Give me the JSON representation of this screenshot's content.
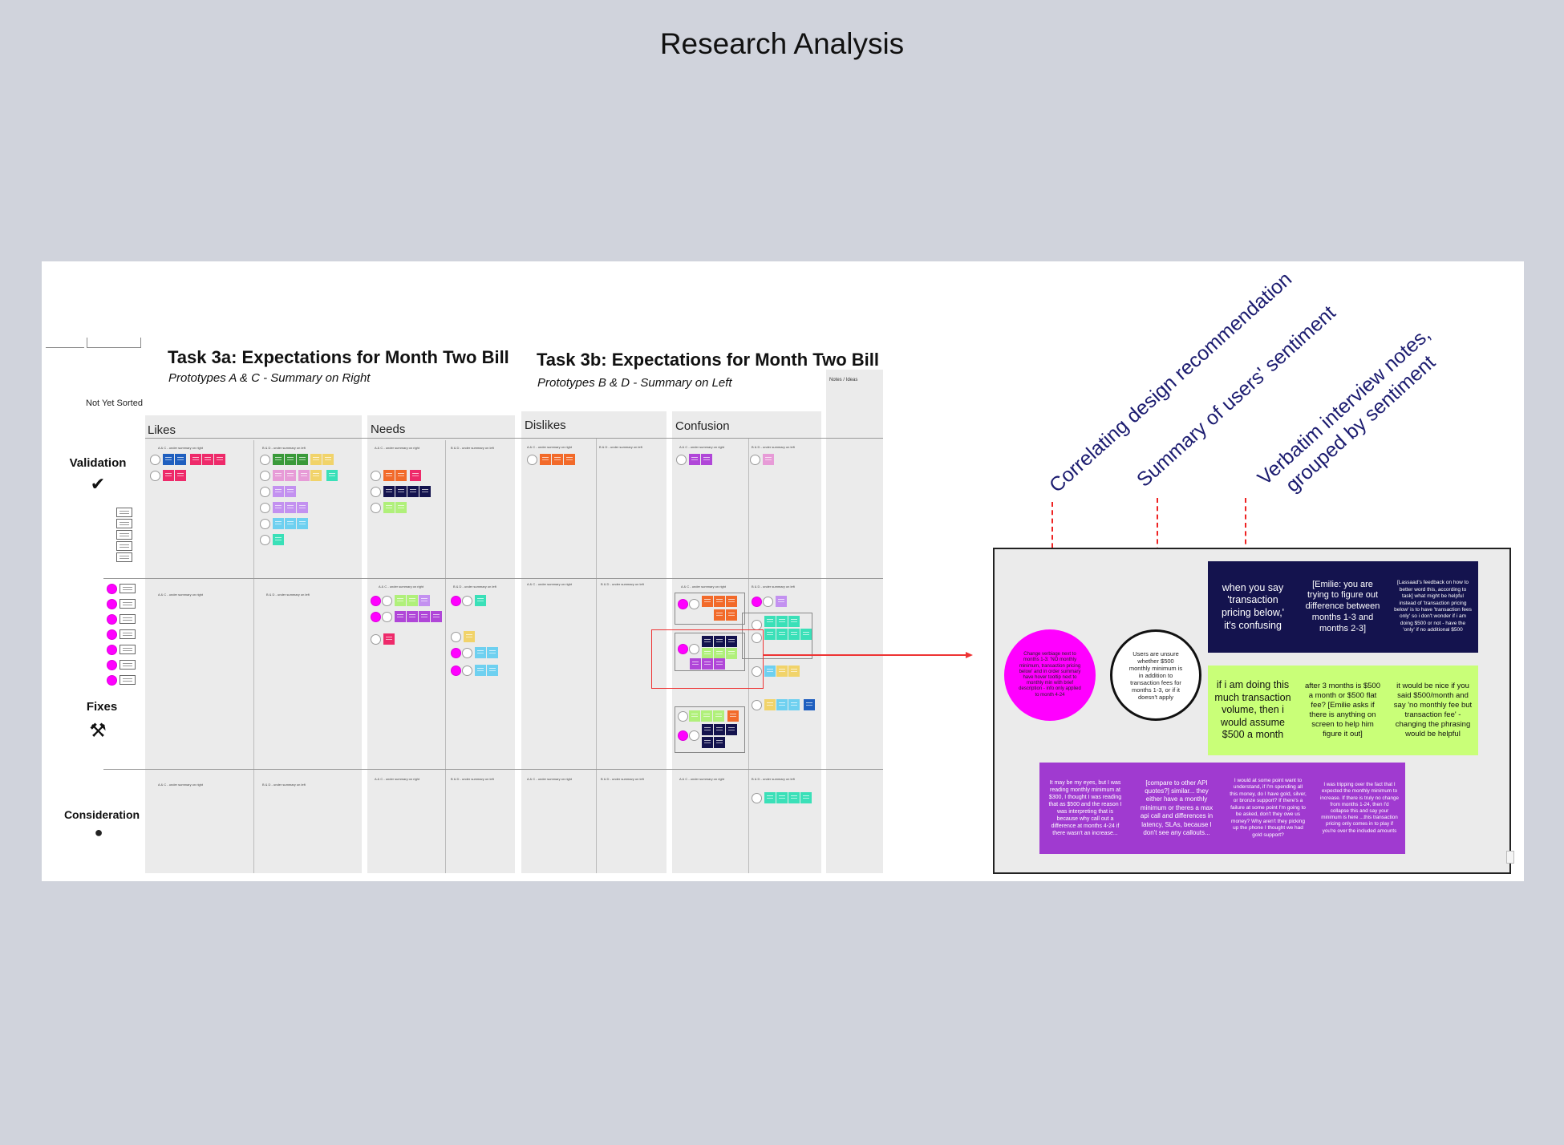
{
  "page": {
    "title": "Research Analysis"
  },
  "board": {
    "task_a": {
      "title": "Task 3a: Expectations for Month Two Bill",
      "subtitle": "Prototypes A & C - Summary on Right"
    },
    "task_b": {
      "title": "Task 3b: Expectations for Month Two Bill",
      "subtitle": "Prototypes B & D - Summary on Left"
    },
    "not_sorted": "Not Yet Sorted",
    "notes_label": "Notes / Ideas",
    "columns": [
      "Likes",
      "Needs",
      "Dislikes",
      "Confusion"
    ],
    "rows": [
      {
        "label": "Validation",
        "icon": "✔",
        "icon_name": "checkmark-icon"
      },
      {
        "label": "Fixes",
        "icon": "⚒",
        "icon_name": "tools-icon"
      },
      {
        "label": "Consideration",
        "icon": "●",
        "icon_name": "brain-icon"
      }
    ],
    "subheader_a": "A & C - under summary on right",
    "subheader_b": "B & D - under summary on left"
  },
  "callouts": [
    {
      "lines": [
        "Correlating design recommendation"
      ]
    },
    {
      "lines": [
        "Summary of users' sentiment"
      ]
    },
    {
      "lines": [
        "Verbatim interview notes,",
        "grouped by sentiment"
      ]
    }
  ],
  "zoom": {
    "recommendation": "Change verbiage next to months 1-3: 'NO monthly minimum, transaction pricing below' and in order summary have hover tooltip next to monthly min with brief description - info only applied to month 4-24",
    "sentiment": "Users are unsure whether $500 monthly minimum is in addition to transaction fees for months 1-3, or if it doesn't apply",
    "navy_notes": [
      "when you say 'transaction pricing below,' it's confusing",
      "[Emilie: you are trying to figure out difference between months 1-3 and months 2-3]",
      "[Lassaad's feedback on how to better word this, according to task] what might be helpful instead of 'transaction pricing below' is to have 'transaction fees only' so i don't wonder if i am doing $500 or not - have the 'only' if no additional $500"
    ],
    "lime_notes": [
      "if i am doing this much transaction volume, then i would assume $500 a month",
      "after 3 months is $500 a month or $500 flat fee? [Emilie asks if there is anything on screen to help him figure it out]",
      "it would be nice if you said $500/month and say 'no monthly fee but transaction fee' - changing the phrasing would be helpful"
    ],
    "purple_notes": [
      "It may be my eyes, but I was reading monthly minimum at $300, I thought I was reading that as $500 and the reason I was interpreting that is because why call out a difference at months 4-24 if there wasn't an increase...",
      "[compare to other API quotes?] similar... they either have a monthly minimum or theres a max api call and differences in latency, SLAs, because I don't see any callouts...",
      "I would at some point want to understand, if I'm spending all this money, do I have gold, silver, or bronze support? If there's a failure at some point I'm going to be asked, don't they owe us money? Why aren't they picking up the phone I thought we had gold support?",
      "I was tripping over the fact that I expected the monthly minimum to increase. If there is truly no change from months 1-24, then I'd collapse this and say your minimum is here ...this transaction pricing only comes in to play if you're over the included amounts"
    ]
  },
  "colors": {
    "navy": "#14134e",
    "lime": "#c9ff78",
    "purple": "#a03ad0",
    "magenta": "#ff00ff",
    "callout_text": "#1c1c70",
    "highlight": "#e33333",
    "background": "#d0d3dc"
  }
}
